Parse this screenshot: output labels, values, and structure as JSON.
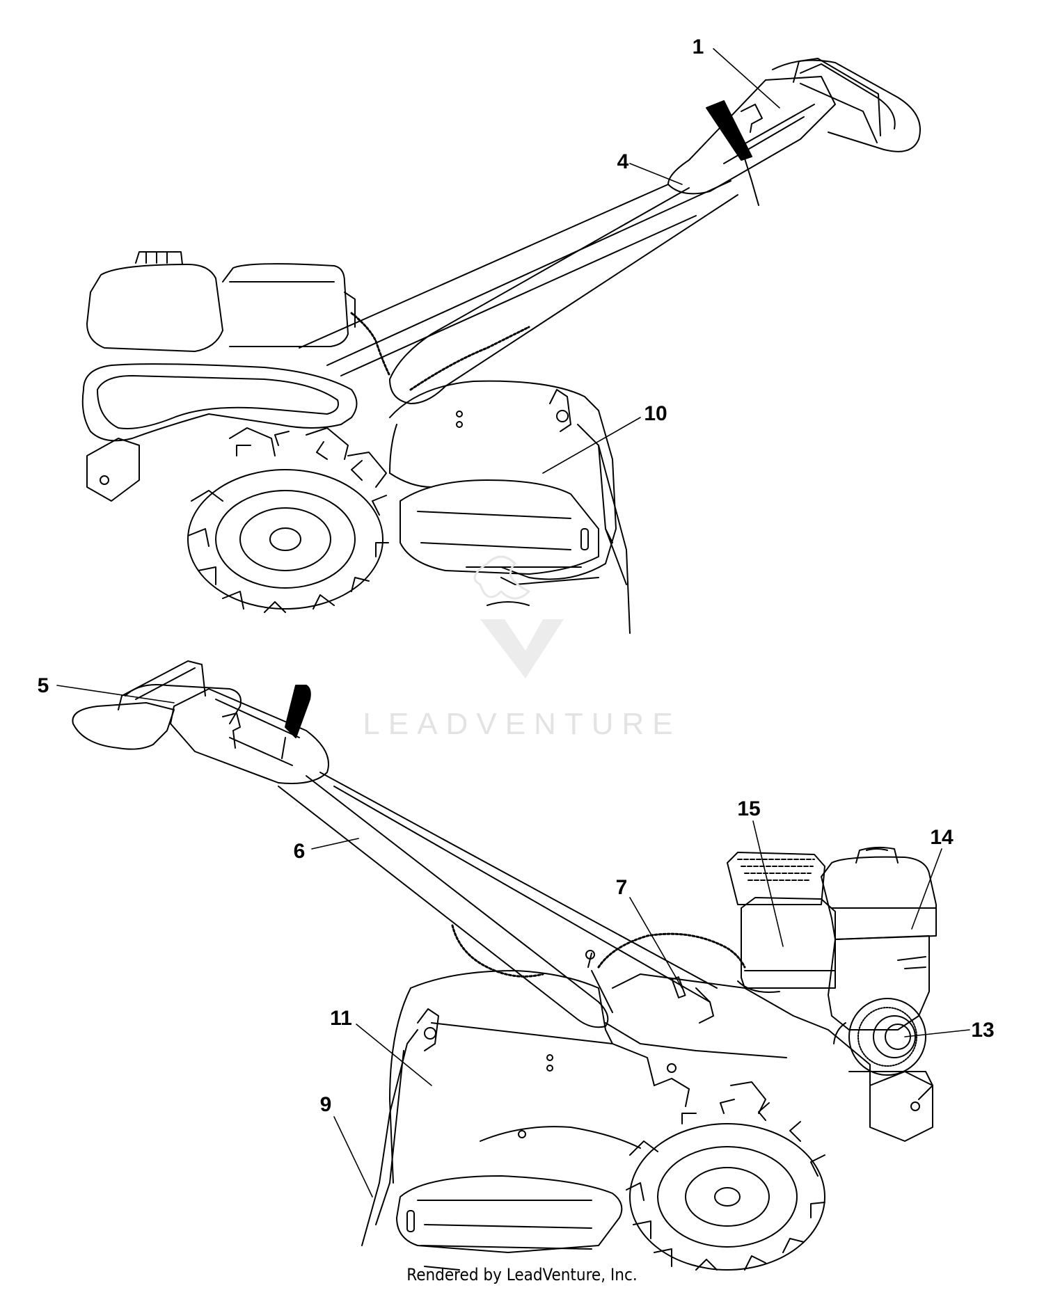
{
  "callouts": [
    {
      "id": "1",
      "label": "1"
    },
    {
      "id": "4",
      "label": "4"
    },
    {
      "id": "10",
      "label": "10"
    },
    {
      "id": "5",
      "label": "5"
    },
    {
      "id": "6",
      "label": "6"
    },
    {
      "id": "7",
      "label": "7"
    },
    {
      "id": "15",
      "label": "15"
    },
    {
      "id": "14",
      "label": "14"
    },
    {
      "id": "13",
      "label": "13"
    },
    {
      "id": "11",
      "label": "11"
    },
    {
      "id": "9",
      "label": "9"
    }
  ],
  "watermark": "LEADVENTURE",
  "footer": "Rendered by LeadVenture, Inc."
}
